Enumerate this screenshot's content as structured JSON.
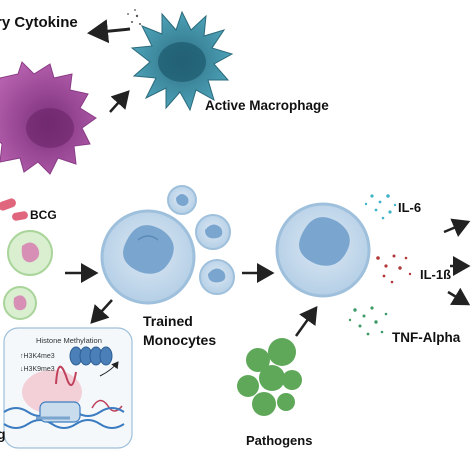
{
  "labels": {
    "inflammatory_cytokine": "ry Cytokine",
    "active_macrophage": "Active Macrophage",
    "bcg": "BCG",
    "il6": "IL-6",
    "il1b": "IL-1ß",
    "trained_monocytes_line1": "Trained",
    "trained_monocytes_line2": "Monocytes",
    "tnf_alpha": "TNF-Alpha",
    "pathogens": "Pathogens",
    "histone_methylation": "Histone Methylation",
    "h3k4me3": "H3K4me3",
    "h3k9me3": "H3K9me3",
    "cut_label": "g"
  },
  "colors": {
    "monocyte_fill": "#c9dced",
    "monocyte_edge": "#9ec0dc",
    "nucleus": "#7aa5ce",
    "nucleus_dark": "#5b8ab8",
    "macrophage_teal": "#3f8fa6",
    "macrophage_dark": "#1f5c70",
    "activated_purple": "#a24c9c",
    "bcg_red": "#e0667d",
    "pathogen_green": "#5fa85a",
    "arrow": "#222222",
    "il6_dots": "#3fb3c8",
    "il1b_dots": "#b03838",
    "tnf_dots": "#3e9a66"
  },
  "indicators": {
    "h3k4me3_change": "up",
    "h3k9me3_change": "down"
  }
}
